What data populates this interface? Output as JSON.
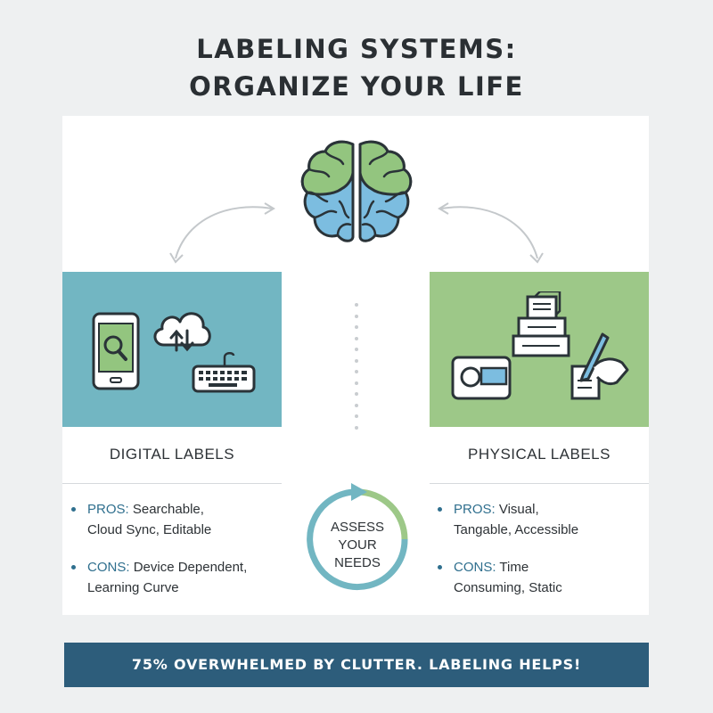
{
  "header": {
    "title_line1": "LABELING SYSTEMS:",
    "title_line2": "ORGANIZE YOUR LIFE"
  },
  "digital": {
    "heading": "DIGITAL LABELS",
    "pros_label": "PROS:",
    "pros_text_line1": "Searchable,",
    "pros_text_line2": "Cloud Sync, Editable",
    "cons_label": "CONS:",
    "cons_text_line1": "Device Dependent,",
    "cons_text_line2": "Learning Curve",
    "panel_color": "#72b6c2"
  },
  "physical": {
    "heading": "PHYSICAL LABELS",
    "pros_label": "PROS:",
    "pros_text_line1": "Visual,",
    "pros_text_line2": "Tangable, Accessible",
    "cons_label": "CONS:",
    "cons_text_line1": "Time",
    "cons_text_line2": "Consuming, Static",
    "panel_color": "#9dc888"
  },
  "center": {
    "cycle_line1": "ASSESS",
    "cycle_line2": "YOUR",
    "cycle_line3": "NEEDS"
  },
  "banner": {
    "text": "75% OVERWHELMED BY CLUTTER. LABELING HELPS!",
    "color": "#2d5d7b"
  },
  "icons": [
    "brain-icon",
    "smartphone-search-icon",
    "cloud-sync-icon",
    "keyboard-icon",
    "label-maker-icon",
    "stacked-boxes-icon",
    "hand-writing-icon"
  ]
}
